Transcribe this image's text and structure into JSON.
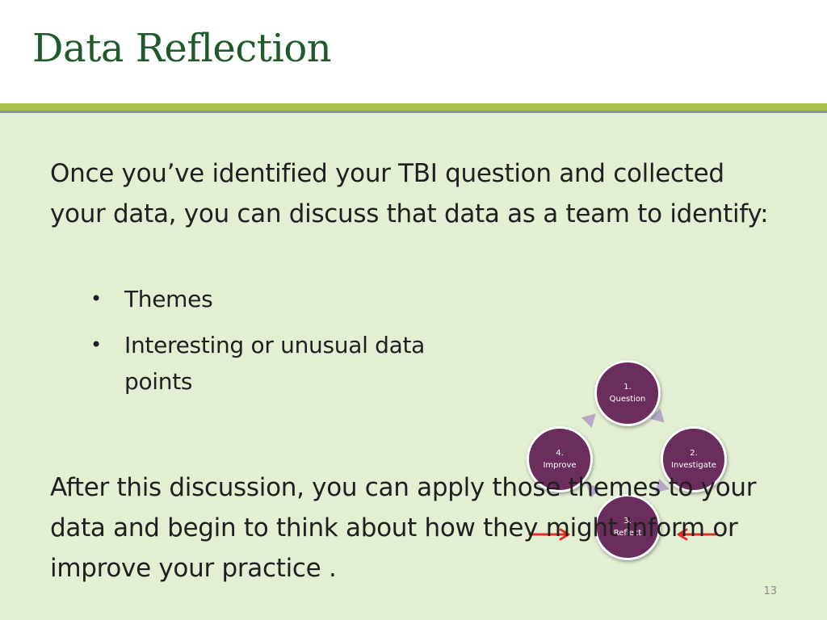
{
  "slide": {
    "title": "Data Reflection",
    "intro": "Once you’ve identified your TBI question and collected your data, you can discuss that data as a team to identify:",
    "bullet_glyph": "•",
    "bullets": [
      "Themes",
      "Interesting or unusual data points"
    ],
    "closing": "After this discussion, you can apply those themes to your data and begin to think about how they might inform or improve your practice .",
    "page_number": "13"
  },
  "cycle": {
    "steps": [
      {
        "number": "1.",
        "label": "Question"
      },
      {
        "number": "2.",
        "label": "Investigate"
      },
      {
        "number": "3.",
        "label": "Reflect"
      },
      {
        "number": "4.",
        "label": "Improve"
      }
    ],
    "highlighted_step": "3.",
    "colors": {
      "node_fill": "#6b2d5c",
      "chevron": "#b7a6c6",
      "highlight_arrow": "#e0302a"
    }
  },
  "colors": {
    "title": "#1f5a2c",
    "accent_bar": "#a9c14a",
    "content_background": "#e3efd2"
  }
}
